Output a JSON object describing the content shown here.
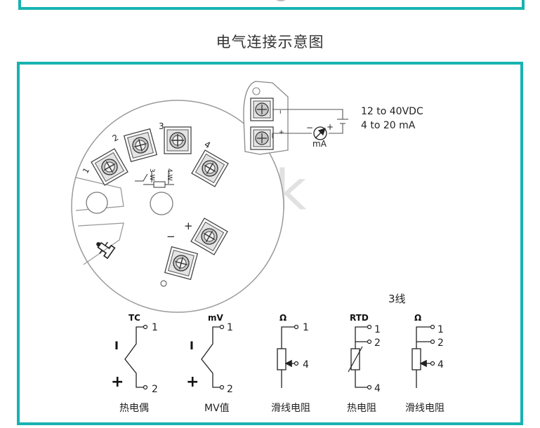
{
  "page_title": "电气连接示意图",
  "watermark": "Asmik",
  "colors": {
    "frame": "#17b3b1",
    "line": "#333333",
    "terminal": "#bdbdbd"
  },
  "transmitter": {
    "terminal_numbers": [
      "1",
      "2",
      "3",
      "4"
    ],
    "polarity": {
      "minus": "−",
      "plus": "+"
    },
    "rtd_labels": [
      "3-W",
      "4-W"
    ]
  },
  "power_supply": {
    "voltage": "12 to 40VDC",
    "current": "4 to 20 mA",
    "meter_unit": "mA",
    "minus": "−",
    "plus": "+"
  },
  "three_wire_label": "3线",
  "schematics": [
    {
      "title": "TC",
      "caption": "热电偶",
      "minus": "I",
      "plus": "+",
      "pins": [
        "1",
        "2"
      ]
    },
    {
      "title": "mV",
      "caption": "MV值",
      "minus": "I",
      "plus": "+",
      "pins": [
        "1",
        "2"
      ]
    },
    {
      "title": "Ω",
      "caption": "滑线电阻",
      "pins": [
        "1",
        "4"
      ]
    },
    {
      "title": "RTD",
      "caption": "热电阻",
      "pins": [
        "1",
        "2",
        "4"
      ]
    },
    {
      "title": "Ω",
      "caption": "滑线电阻",
      "pins": [
        "1",
        "2",
        "4"
      ]
    }
  ]
}
